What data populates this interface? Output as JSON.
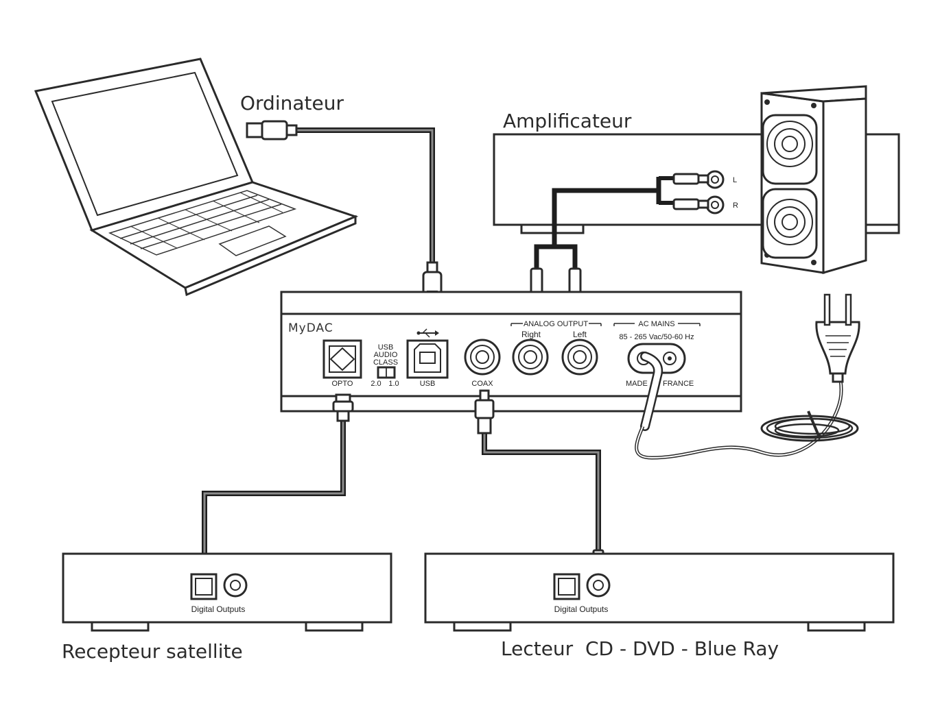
{
  "labels": {
    "computer": "Ordinateur",
    "amplifier": "Amplificateur",
    "satellite_receiver": "Recepteur satellite",
    "disc_player": "Lecteur  CD - DVD - Blue Ray"
  },
  "dac": {
    "brand": "MyDAC",
    "opto_label": "OPTO",
    "usb_audio_class_line1": "USB",
    "usb_audio_class_line2": "AUDIO",
    "usb_audio_class_line3": "CLASS",
    "switch_left": "2.0",
    "switch_right": "1.0",
    "usb_label": "USB",
    "coax_label": "COAX",
    "analog_output_label": "ANALOG OUTPUT",
    "right_label": "Right",
    "left_label": "Left",
    "ac_mains_label": "AC MAINS",
    "voltage_label": "85 - 265 Vac/50-60 Hz",
    "made_in_left": "MADE",
    "made_in_right": "FRANCE"
  },
  "amplifier_inputs": {
    "left": "L",
    "right": "R"
  },
  "source_devices": {
    "satellite_outputs_label": "Digital Outputs",
    "disc_outputs_label": "Digital Outputs"
  },
  "icons": [
    "laptop-icon",
    "speaker-icon",
    "power-plug-icon",
    "usb-symbol-icon"
  ]
}
